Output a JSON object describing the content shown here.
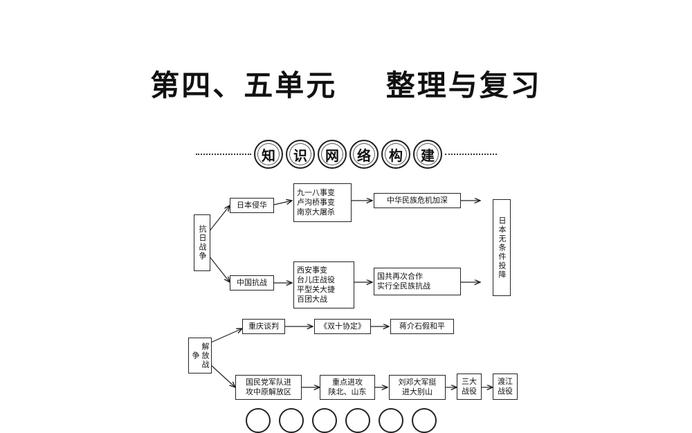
{
  "title": "第四、五单元    整理与复习",
  "badges": [
    "知",
    "识",
    "网",
    "络",
    "构",
    "建"
  ],
  "anti_japanese": {
    "root": "抗日战争",
    "branch1": "日本侵华",
    "events1": [
      "九一八事变",
      "卢沟桥事变",
      "南京大屠杀"
    ],
    "result1": "中华民族危机加深",
    "branch2": "中国抗战",
    "events2": [
      "西安事变",
      "台儿庄战役",
      "平型关大捷",
      "百团大战"
    ],
    "result2": [
      "国共再次合作",
      "实行全民族抗战"
    ],
    "end": "日本无条件投降"
  },
  "liberation": {
    "root": "解放战争",
    "branch1": "重庆谈判",
    "agreement": "《双十协定》",
    "result1": "蒋介石假和平",
    "branch2": [
      "国民党军队进",
      "攻中原解放区"
    ],
    "step2": [
      "重点进攻",
      "陕北、山东"
    ],
    "step3": [
      "刘邓大军挺",
      "进大别山"
    ],
    "step4": [
      "三大",
      "战役"
    ],
    "step5": [
      "渡江",
      "战役"
    ]
  }
}
